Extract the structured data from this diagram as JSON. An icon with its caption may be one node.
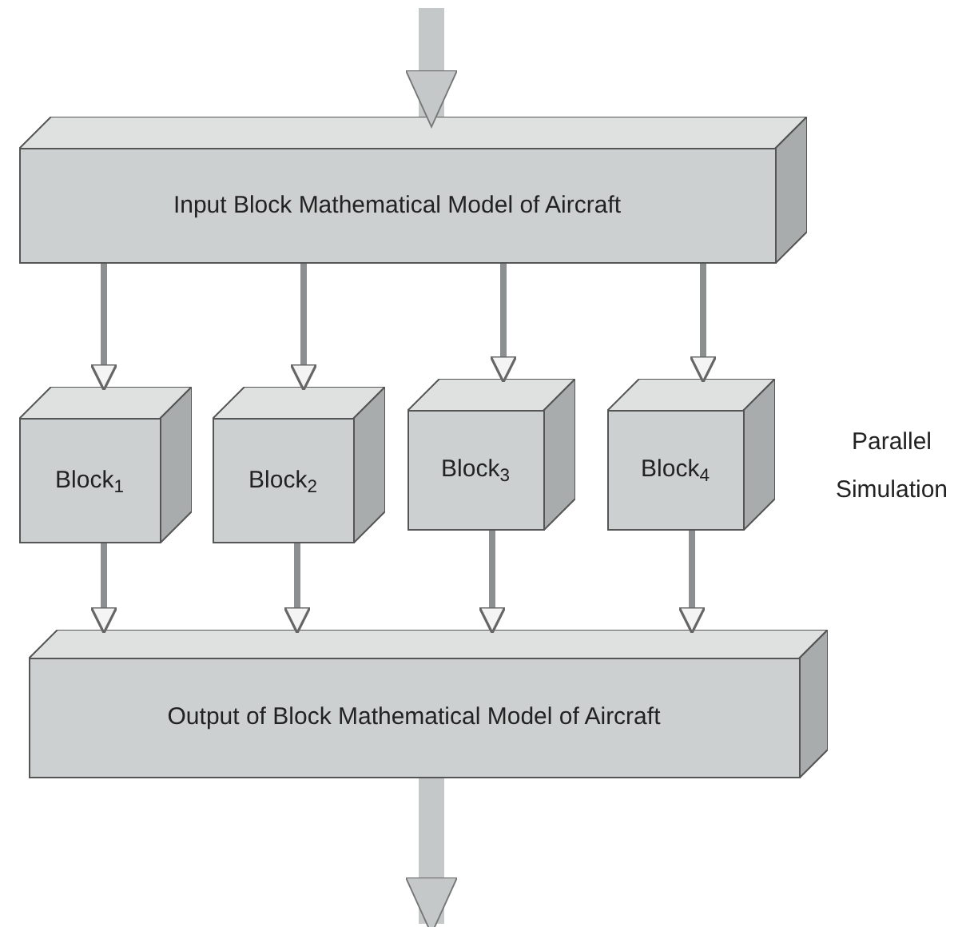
{
  "diagram": {
    "nodes": [
      {
        "text": [
          "Input Block Mathematical Model of Aircraft"
        ]
      },
      {
        "text": [
          "Block$_{1}$"
        ]
      },
      {
        "text": [
          "Block$_{2}$"
        ]
      },
      {
        "text": [
          "Block$_{3}$"
        ]
      },
      {
        "text": [
          "Block$_{4}$"
        ]
      },
      {
        "text": [
          "Output of Block Mathematical Model of Aircraft"
        ]
      }
    ],
    "edges": [
      {
        "from": null,
        "to": 0,
        "arrow": "to",
        "style": "thick"
      },
      {
        "from": 0,
        "to": 1,
        "arrow": "to"
      },
      {
        "from": 0,
        "to": 2,
        "arrow": "to"
      },
      {
        "from": 0,
        "to": 3,
        "arrow": "to"
      },
      {
        "from": 0,
        "to": 4,
        "arrow": "to"
      },
      {
        "from": 1,
        "to": 5,
        "arrow": "to"
      },
      {
        "from": 2,
        "to": 5,
        "arrow": "to"
      },
      {
        "from": 3,
        "to": 5,
        "arrow": "to"
      },
      {
        "from": 4,
        "to": 5,
        "arrow": "to"
      },
      {
        "from": 5,
        "to": null,
        "arrow": "to",
        "style": "thick"
      }
    ],
    "labels": [
      "Parallel Simulation"
    ]
  }
}
